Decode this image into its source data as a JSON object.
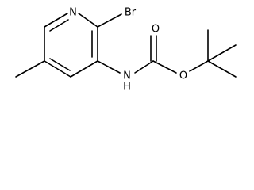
{
  "molecule": {
    "atoms": {
      "pyridine_n": "N",
      "bromo": "Br",
      "carbonyl_o": "O",
      "amide_n": "N",
      "amide_h": "H",
      "ester_o": "O"
    }
  }
}
